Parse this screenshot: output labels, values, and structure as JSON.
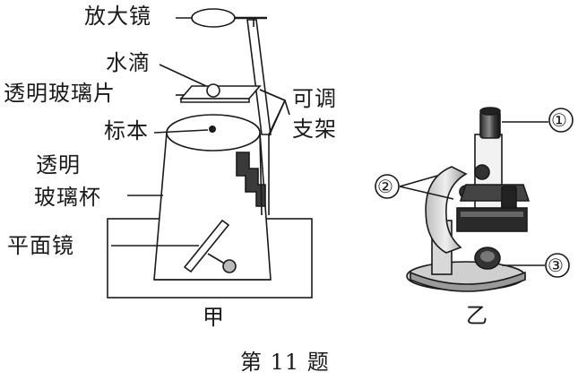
{
  "figure_a": {
    "caption": "甲",
    "labels": {
      "magnifier": "放大镜",
      "water_drop": "水滴",
      "glass_slide": "透明玻璃片",
      "specimen": "标本",
      "adjustable_stand_1": "可调",
      "adjustable_stand_2": "支架",
      "glass_cup_1": "透明",
      "glass_cup_2": "玻璃杯",
      "plane_mirror": "平面镜"
    }
  },
  "figure_b": {
    "caption": "乙",
    "markers": [
      "①",
      "②",
      "③"
    ]
  },
  "question_label": "第 11 题",
  "colors": {
    "ink": "#1a1a1a",
    "paper": "#ffffff"
  }
}
